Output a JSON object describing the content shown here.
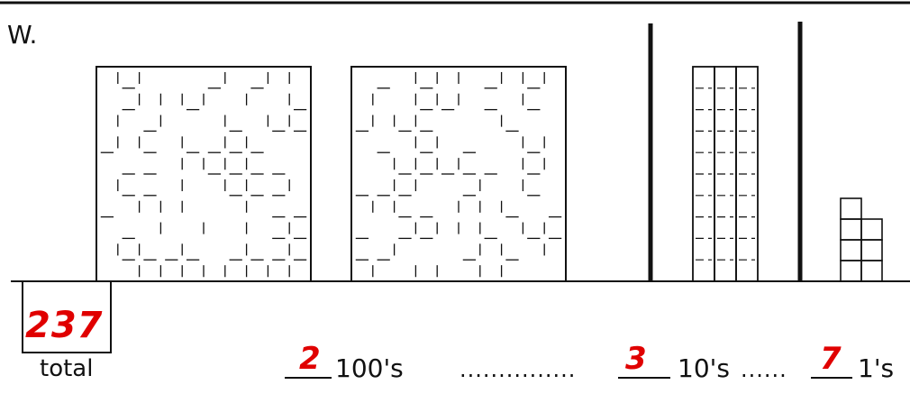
{
  "problem": {
    "label": "W."
  },
  "model": {
    "hundreds": 2,
    "tens": 3,
    "ones": 7
  },
  "answers": {
    "total": "237",
    "total_label": "total",
    "hundreds_answer": "2",
    "hundreds_unit": "100's",
    "tens_answer": "3",
    "tens_unit": "10's",
    "ones_answer": "7",
    "ones_unit": "1's",
    "dots_tens": "...............",
    "dots_ones": "......"
  },
  "colors": {
    "ink": "#111111",
    "answer": "#e00000"
  }
}
